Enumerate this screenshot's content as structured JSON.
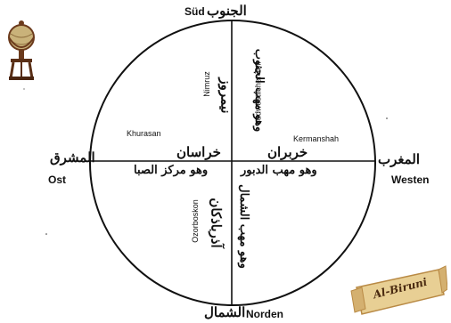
{
  "directions": {
    "south_de": "Süd",
    "south_ar": "الجنوب",
    "north_de": "Norden",
    "north_ar": "الشمال",
    "east_de": "Ost",
    "east_ar": "المشرق",
    "west_de": "Westen",
    "west_ar": "المغرب"
  },
  "quadrants": {
    "east": {
      "de": "Khurasan",
      "ar_title": "خراسان",
      "ar_sub": "وهو مركز الصبا"
    },
    "south": {
      "de_region": "Nimruz",
      "de_desc": "südwestlicher Teil",
      "ar_title": "نيمروز",
      "ar_sub": "وهو مهب الجنوب"
    },
    "west": {
      "de": "Kermanshah",
      "ar_title": "خربران",
      "ar_sub": "وهو مهب الدبور"
    },
    "north": {
      "de": "Ozorboskon",
      "ar_title": "آذرباذكان",
      "ar_sub": "وهو مهب الشمال"
    }
  },
  "banner": {
    "text": "Al-Biruni"
  },
  "colors": {
    "ink": "#111111",
    "parchment": "#e8cf94",
    "parchment_dark": "#b98a45",
    "wood": "#6b3a1c",
    "globe": "#c9b27a"
  },
  "icons": {
    "globe": "antique-globe-icon",
    "banner": "scroll-banner-icon"
  }
}
